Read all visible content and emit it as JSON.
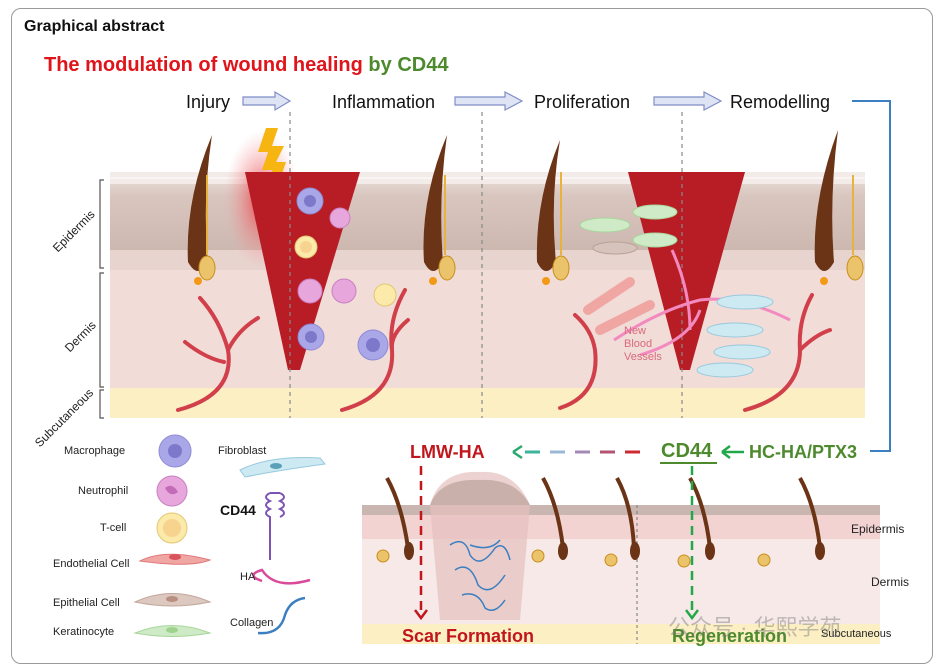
{
  "header": {
    "label": "Graphical abstract"
  },
  "title": {
    "part1": "The modulation of wound healing",
    "part2": "by CD44"
  },
  "stages": [
    {
      "label": "Injury"
    },
    {
      "label": "Inflammation"
    },
    {
      "label": "Proliferation"
    },
    {
      "label": "Remodelling"
    }
  ],
  "skin_layers_left": {
    "epidermis": "Epidermis",
    "dermis": "Dermis",
    "subcutaneous": "Subcutaneous"
  },
  "annotations": {
    "new_blood_vessels": [
      "New",
      "Blood",
      "Vessels"
    ]
  },
  "legend": {
    "left": [
      {
        "label": "Macrophage",
        "icon": "macrophage-icon"
      },
      {
        "label": "Neutrophil",
        "icon": "neutrophil-icon"
      },
      {
        "label": "T-cell",
        "icon": "t-cell-icon"
      },
      {
        "label": "Endothelial Cell",
        "icon": "endothelial-cell-icon"
      },
      {
        "label": "Epithelial Cell",
        "icon": "epithelial-cell-icon"
      },
      {
        "label": "Keratinocyte",
        "icon": "keratinocyte-icon"
      }
    ],
    "right": [
      {
        "label": "Fibroblast",
        "icon": "fibroblast-icon"
      },
      {
        "label": "CD44",
        "icon": "cd44-receptor-icon"
      },
      {
        "label": "HA",
        "icon": "ha-strand-icon"
      },
      {
        "label": "Collagen",
        "icon": "collagen-icon"
      }
    ]
  },
  "pathway": {
    "lmw_ha": "LMW-HA",
    "cd44": "CD44",
    "hc_ha": "HC-HA/PTX3",
    "scar": "Scar Formation",
    "regeneration": "Regeneration"
  },
  "skin_layers_right": {
    "epidermis": "Epidermis",
    "dermis": "Dermis",
    "subcutaneous": "Subcutaneous"
  },
  "watermark": {
    "text": "公众号 · 华熙学苑"
  },
  "colors": {
    "red": "#e0141b",
    "dark_red": "#c0161c",
    "green": "#4d8a2e",
    "bright_green": "#22a84a",
    "blue_line": "#3b7fc0",
    "arrow_fill": "#dfe4f5",
    "arrow_stroke": "#7f8ec7"
  }
}
